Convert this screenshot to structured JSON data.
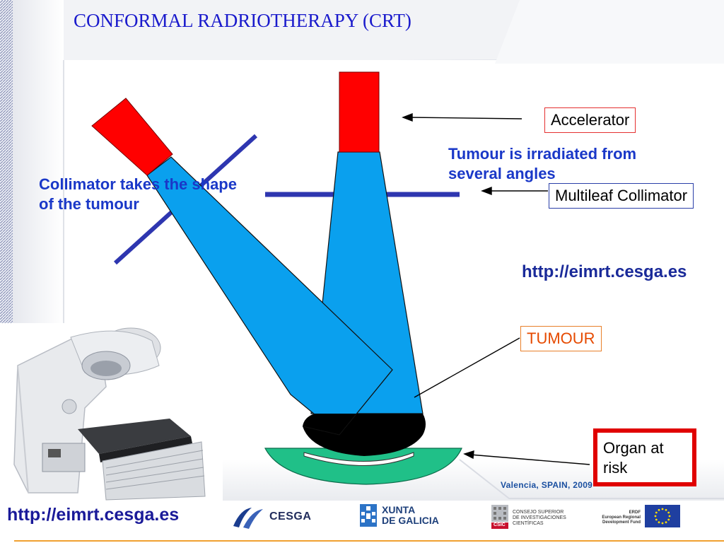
{
  "title": "CONFORMAL RADRIOTHERAPY (CRT)",
  "labels": {
    "accelerator": "Accelerator",
    "tumour_irradiated_line1": "Tumour is irradiated from",
    "tumour_irradiated_line2": "several angles",
    "collimator_shape_line1": "Collimator takes the shape",
    "collimator_shape_line2": "of the tumour",
    "multileaf_collimator": "Multileaf Collimator",
    "url_right": "http://eimrt.cesga.es",
    "tumour": "TUMOUR",
    "organ_at_risk_line1": "Organ at",
    "organ_at_risk_line2": "risk"
  },
  "footer": {
    "url": "http://eimrt.cesga.es",
    "location": "Valencia, SPAIN, 2009",
    "logos": {
      "cesga": "CESGA",
      "xunta_line1": "XUNTA",
      "xunta_line2": "DE GALICIA",
      "csic_badge": "CSIC",
      "csic_line1": "CONSEJO SUPERIOR",
      "csic_line2": "DE INVESTIGACIONES",
      "csic_line3": "CIENTÍFICAS",
      "erdf_line1": "ERDF",
      "erdf_line2": "European Regional",
      "erdf_line3": "Development Fund"
    }
  },
  "colors": {
    "accelerator": "#ff0000",
    "beam": "#0aa0ee",
    "collimator": "#2e36b0",
    "tumour": "#000000",
    "organ": "#20c088",
    "title": "#1a1acc",
    "caption_blue": "#1a38c8",
    "organ_box_border": "#e00000"
  },
  "icons": {
    "linac_photo": "linear-accelerator-machine-image",
    "eu_flag": "eu-flag-icon"
  }
}
